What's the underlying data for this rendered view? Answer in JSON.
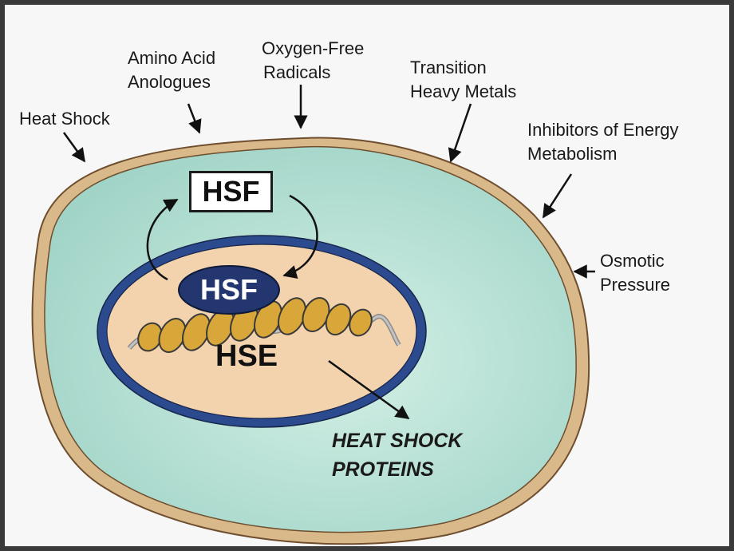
{
  "stressors": {
    "heat_shock": [
      "Heat Shock"
    ],
    "amino_acid_analogues": [
      "Amino Acid",
      "Anologues"
    ],
    "oxygen_free_radicals": [
      "Oxygen-Free",
      "Radicals"
    ],
    "transition_heavy_metals": [
      "Transition",
      "Heavy Metals"
    ],
    "inhibitors_energy_metabolism": [
      "Inhibitors of Energy",
      "Metabolism"
    ],
    "osmotic_pressure": [
      "Osmotic",
      "Pressure"
    ]
  },
  "cytoplasm": {
    "hsf_label": "HSF"
  },
  "nucleus": {
    "hsf_label": "HSF",
    "hse_label": "HSE"
  },
  "output": {
    "lines": [
      "HEAT SHOCK",
      "PROTEINS"
    ]
  },
  "colors": {
    "cell_membrane": "#d9b98a",
    "cytoplasm": "#b8e2d6",
    "nucleus_fill": "#f3d3ad",
    "nuclear_envelope": "#2c4a8e",
    "hsf_nuclear": "#233670",
    "dna": "#d9a63a"
  }
}
